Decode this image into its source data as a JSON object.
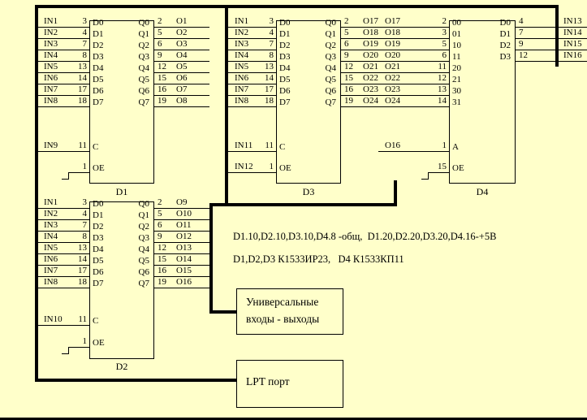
{
  "colors": {
    "background": "#ffffca",
    "line": "#000000"
  },
  "chips": {
    "d1": {
      "label": "D1",
      "left": [
        {
          "ext": "IN1",
          "pin": "3",
          "inner": "D0"
        },
        {
          "ext": "IN2",
          "pin": "4",
          "inner": "D1"
        },
        {
          "ext": "IN3",
          "pin": "7",
          "inner": "D2"
        },
        {
          "ext": "IN4",
          "pin": "8",
          "inner": "D3"
        },
        {
          "ext": "IN5",
          "pin": "13",
          "inner": "D4"
        },
        {
          "ext": "IN6",
          "pin": "14",
          "inner": "D5"
        },
        {
          "ext": "IN7",
          "pin": "17",
          "inner": "D6"
        },
        {
          "ext": "IN8",
          "pin": "18",
          "inner": "D7"
        }
      ],
      "clock": {
        "ext": "IN9",
        "pin": "11",
        "inner": "C"
      },
      "oe": {
        "pin": "1",
        "inner": "OE"
      },
      "right": [
        {
          "inner": "Q0",
          "pin": "2",
          "ext": "O1"
        },
        {
          "inner": "Q1",
          "pin": "5",
          "ext": "O2"
        },
        {
          "inner": "Q2",
          "pin": "6",
          "ext": "O3"
        },
        {
          "inner": "Q3",
          "pin": "9",
          "ext": "O4"
        },
        {
          "inner": "Q4",
          "pin": "12",
          "ext": "O5"
        },
        {
          "inner": "Q5",
          "pin": "15",
          "ext": "O6"
        },
        {
          "inner": "Q6",
          "pin": "16",
          "ext": "O7"
        },
        {
          "inner": "Q7",
          "pin": "19",
          "ext": "O8"
        }
      ]
    },
    "d2": {
      "label": "D2",
      "left": [
        {
          "ext": "IN1",
          "pin": "3",
          "inner": "D0"
        },
        {
          "ext": "IN2",
          "pin": "4",
          "inner": "D1"
        },
        {
          "ext": "IN3",
          "pin": "7",
          "inner": "D2"
        },
        {
          "ext": "IN4",
          "pin": "8",
          "inner": "D3"
        },
        {
          "ext": "IN5",
          "pin": "13",
          "inner": "D4"
        },
        {
          "ext": "IN6",
          "pin": "14",
          "inner": "D5"
        },
        {
          "ext": "IN7",
          "pin": "17",
          "inner": "D6"
        },
        {
          "ext": "IN8",
          "pin": "18",
          "inner": "D7"
        }
      ],
      "clock": {
        "ext": "IN10",
        "pin": "11",
        "inner": "C"
      },
      "oe": {
        "pin": "1",
        "inner": "OE"
      },
      "right": [
        {
          "inner": "Q0",
          "pin": "2",
          "ext": "O9"
        },
        {
          "inner": "Q1",
          "pin": "5",
          "ext": "O10"
        },
        {
          "inner": "Q2",
          "pin": "6",
          "ext": "O11"
        },
        {
          "inner": "Q3",
          "pin": "9",
          "ext": "O12"
        },
        {
          "inner": "Q4",
          "pin": "12",
          "ext": "O13"
        },
        {
          "inner": "Q5",
          "pin": "15",
          "ext": "O14"
        },
        {
          "inner": "Q6",
          "pin": "16",
          "ext": "O15"
        },
        {
          "inner": "Q7",
          "pin": "19",
          "ext": "O16"
        }
      ]
    },
    "d3": {
      "label": "D3",
      "left": [
        {
          "ext": "IN1",
          "pin": "3",
          "inner": "D0"
        },
        {
          "ext": "IN2",
          "pin": "4",
          "inner": "D1"
        },
        {
          "ext": "IN3",
          "pin": "7",
          "inner": "D2"
        },
        {
          "ext": "IN4",
          "pin": "8",
          "inner": "D3"
        },
        {
          "ext": "IN5",
          "pin": "13",
          "inner": "D4"
        },
        {
          "ext": "IN6",
          "pin": "14",
          "inner": "D5"
        },
        {
          "ext": "IN7",
          "pin": "17",
          "inner": "D6"
        },
        {
          "ext": "IN8",
          "pin": "18",
          "inner": "D7"
        }
      ],
      "clock": {
        "ext": "IN11",
        "pin": "11",
        "inner": "C"
      },
      "oe": {
        "ext": "IN12",
        "pin": "1",
        "inner": "OE"
      },
      "right": [
        {
          "inner": "Q0",
          "pin": "2",
          "ext": "O17"
        },
        {
          "inner": "Q1",
          "pin": "5",
          "ext": "O18"
        },
        {
          "inner": "Q2",
          "pin": "6",
          "ext": "O19"
        },
        {
          "inner": "Q3",
          "pin": "9",
          "ext": "O20"
        },
        {
          "inner": "Q4",
          "pin": "12",
          "ext": "O21"
        },
        {
          "inner": "Q5",
          "pin": "15",
          "ext": "O22"
        },
        {
          "inner": "Q6",
          "pin": "16",
          "ext": "O23"
        },
        {
          "inner": "Q7",
          "pin": "19",
          "ext": "O24"
        }
      ]
    },
    "d4": {
      "label": "D4",
      "left": [
        {
          "ext": "O17",
          "pin": "2",
          "inner": "00"
        },
        {
          "ext": "O18",
          "pin": "3",
          "inner": "01"
        },
        {
          "ext": "O19",
          "pin": "5",
          "inner": "10"
        },
        {
          "ext": "O20",
          "pin": "6",
          "inner": "11"
        },
        {
          "ext": "O21",
          "pin": "11",
          "inner": "20"
        },
        {
          "ext": "O22",
          "pin": "12",
          "inner": "21"
        },
        {
          "ext": "O23",
          "pin": "13",
          "inner": "30"
        },
        {
          "ext": "O24",
          "pin": "14",
          "inner": "31"
        }
      ],
      "select": {
        "ext": "O16",
        "pin": "1",
        "inner": "A"
      },
      "oe": {
        "pin": "15",
        "inner": "OE"
      },
      "right": [
        {
          "inner": "D0",
          "pin": "4",
          "ext": "IN13"
        },
        {
          "inner": "D1",
          "pin": "7",
          "ext": "IN14"
        },
        {
          "inner": "D2",
          "pin": "9",
          "ext": "IN15"
        },
        {
          "inner": "D3",
          "pin": "12",
          "ext": "IN16"
        }
      ]
    }
  },
  "notes": {
    "power": "D1.10,D2.10,D3.10,D4.8 -общ,  D1.20,D2.20,D3.20,D4.16-+5В",
    "parts": "D1,D2,D3 К1533ИР23,   D4 К1533КП11"
  },
  "boxes": {
    "universal": {
      "line1": "Универсальные",
      "line2": "входы - выходы"
    },
    "lpt": {
      "label": "LPT порт"
    }
  }
}
